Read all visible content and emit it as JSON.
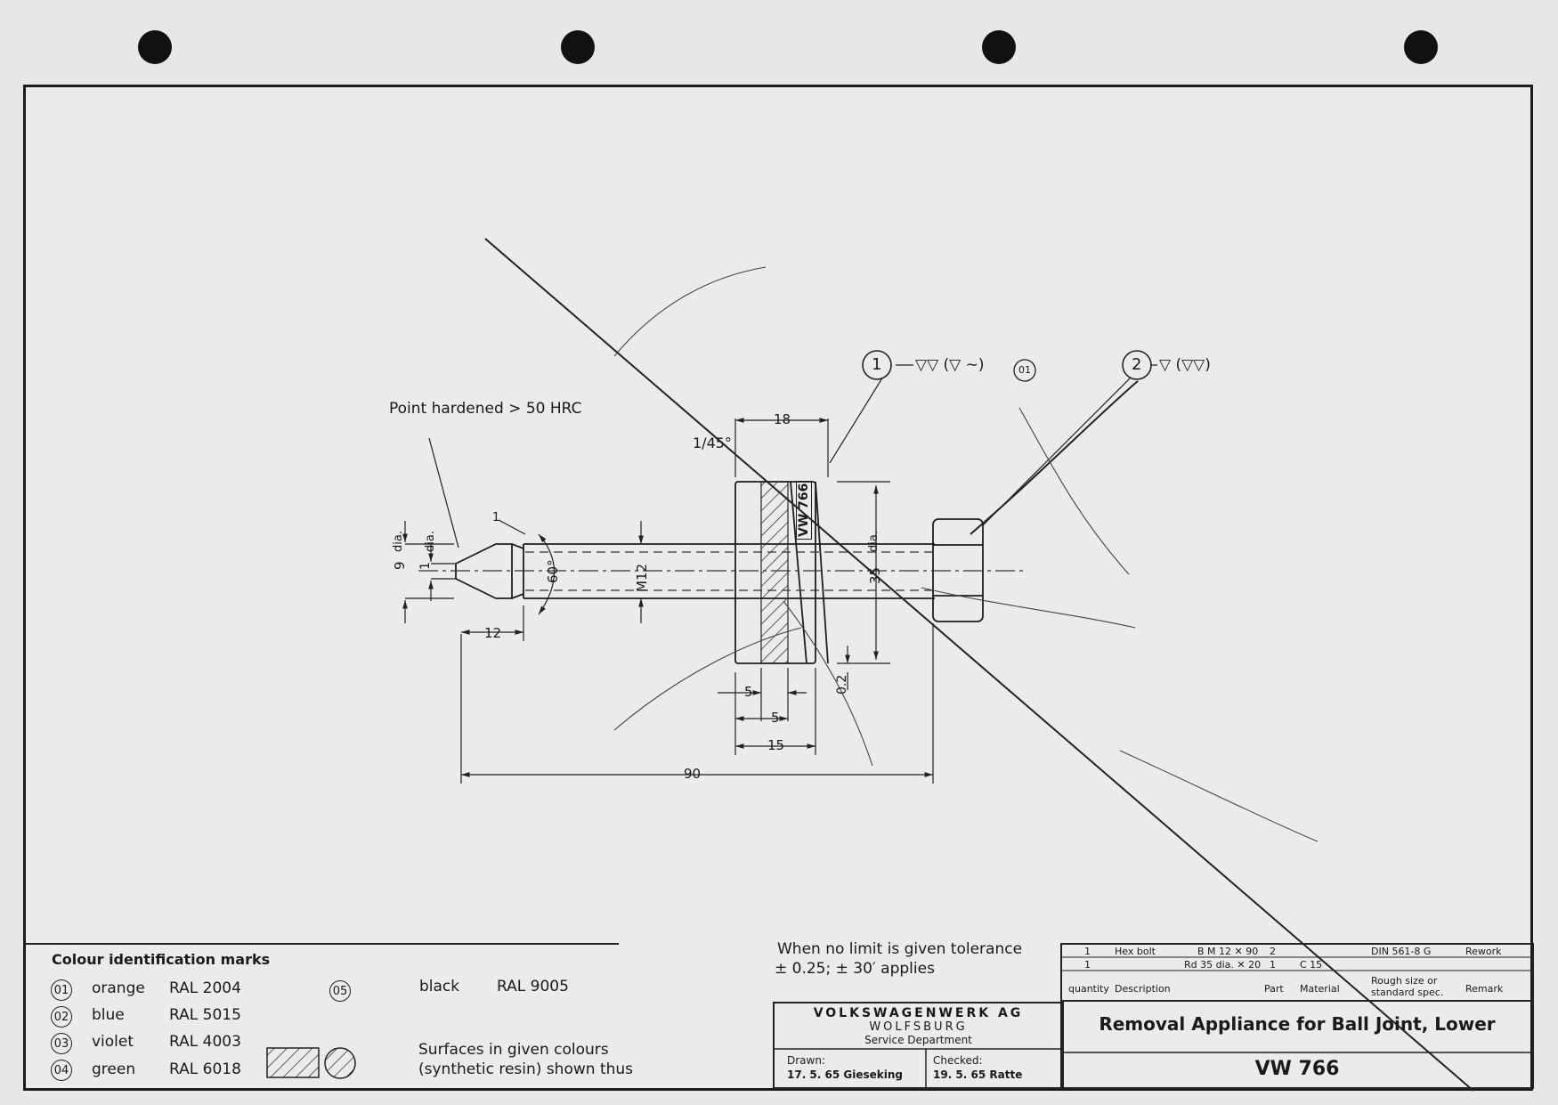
{
  "notes": {
    "point_hardened": "Point hardened > 50 HRC",
    "tolerance_line1": "When no limit is given tolerance",
    "tolerance_line2": "± 0.25; ± 30′ applies"
  },
  "dimensions": {
    "d18": "18",
    "chamfer": "1/45°",
    "d9dia": "9",
    "dia_label": "dia.",
    "d1": "1",
    "d1dia": "dia.",
    "angle60": "60°",
    "m12": "M12",
    "d35": "35",
    "d35dia": "dia.",
    "d12": "12",
    "d5a": "5",
    "d5b": "5",
    "d15": "15",
    "d90": "90",
    "d02": "0.2",
    "d1small": "1",
    "stamp": "VW 766"
  },
  "callouts": {
    "c1": "1",
    "c1_surface": "▽▽ (▽ ∼)",
    "c1_mark": "01",
    "c2": "2",
    "c2_surface": "▽ (▽▽)"
  },
  "legend": {
    "title": "Colour identification marks",
    "items": [
      {
        "num": "01",
        "color": "orange",
        "ral": "RAL 2004"
      },
      {
        "num": "02",
        "color": "blue",
        "ral": "RAL 5015"
      },
      {
        "num": "03",
        "color": "violet",
        "ral": "RAL 4003"
      },
      {
        "num": "04",
        "color": "green",
        "ral": "RAL 6018"
      },
      {
        "num": "05",
        "color": "black",
        "ral": "RAL 9005"
      }
    ],
    "surfaces_line1": "Surfaces in given colours",
    "surfaces_line2": "(synthetic resin) shown thus"
  },
  "title_block": {
    "company": "VOLKSWAGENWERK AG",
    "city": "WOLFSBURG",
    "dept": "Service Department",
    "drawn_label": "Drawn:",
    "drawn_value": "17. 5. 65 Gieseking",
    "checked_label": "Checked:",
    "checked_value": "19. 5. 65 Ratte",
    "title": "Removal Appliance for Ball Joint, Lower",
    "number": "VW 766"
  },
  "parts_list": {
    "rows": [
      {
        "qty": "1",
        "desc": "Hex bolt",
        "spec": "B M 12 ✕ 90",
        "part": "2",
        "material": "",
        "std": "DIN 561-8 G",
        "remark": "Rework"
      },
      {
        "qty": "1",
        "desc": "",
        "spec": "Rd 35 dia. ✕ 20",
        "part": "1",
        "material": "C 15",
        "std": "",
        "remark": ""
      }
    ],
    "headers": {
      "qty": "quantity",
      "desc": "Description",
      "part": "Part",
      "material": "Material",
      "std_line1": "Rough size or",
      "std_line2": "standard spec.",
      "remark": "Remark"
    }
  }
}
